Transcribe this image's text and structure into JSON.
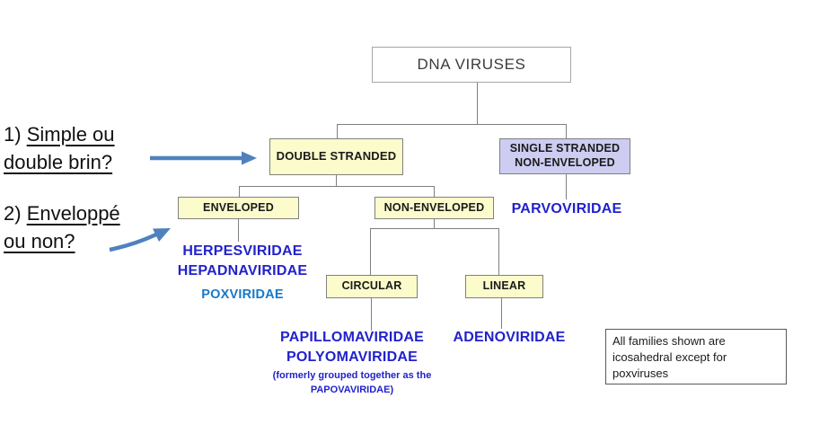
{
  "diagram": {
    "root_label": "DNA VIRUSES",
    "nodes": {
      "double_stranded": "DOUBLE STRANDED",
      "single_stranded_line1": "SINGLE STRANDED",
      "single_stranded_line2": "NON-ENVELOPED",
      "enveloped": "ENVELOPED",
      "non_enveloped": "NON-ENVELOPED",
      "circular": "CIRCULAR",
      "linear": "LINEAR"
    },
    "families": {
      "parvoviridae": "PARVOVIRIDAE",
      "herpesviridae": "HERPESVIRIDAE",
      "hepadnaviridae": "HEPADNAVIRIDAE",
      "poxviridae": "POXVIRIDAE",
      "papillomaviridae": "PAPILLOMAVIRIDAE",
      "polyomaviridae": "POLYOMAVIRIDAE",
      "papova_note_line1": "(formerly grouped together as the",
      "papova_note_line2": "PAPOVAVIRIDAE)",
      "adenoviridae": "ADENOVIRIDAE"
    },
    "note": {
      "line1": "All families shown are",
      "line2": "icosahedral except for",
      "line3": "poxviruses"
    },
    "annotations": {
      "q1_num": "1) ",
      "q1_part1": "Simple ou",
      "q1_part2": "double brin?",
      "q2_num": "2) ",
      "q2_part1": "Enveloppé",
      "q2_part2": "ou non?"
    },
    "colors": {
      "box_yellow": "#fbfbcb",
      "box_lavender": "#cdcdf2",
      "family_blue": "#2222cc",
      "poxviridae_blue": "#1879c8",
      "arrow_blue": "#4f81bd",
      "connector_gray": "#7f7f7f"
    }
  }
}
